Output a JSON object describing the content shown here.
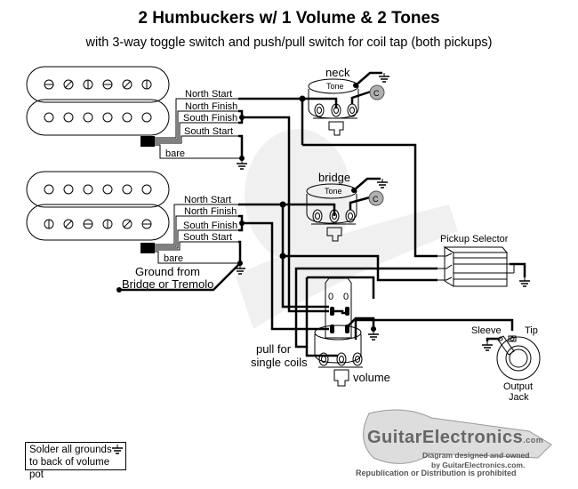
{
  "title": "2 Humbuckers w/ 1 Volume & 2 Tones",
  "subtitle": "with 3-way toggle switch and push/pull switch for coil tap (both pickups)",
  "pickups": [
    {
      "id": "neck",
      "wires": [
        "North Start",
        "North Finish",
        "South Finish",
        "South Start",
        "bare"
      ]
    },
    {
      "id": "bridge",
      "wires": [
        "North Start",
        "North Finish",
        "South Finish",
        "South Start",
        "bare"
      ],
      "ground_label_1": "Ground from",
      "ground_label_2": "Bridge or Tremolo"
    }
  ],
  "tone_pots": [
    {
      "name": "neck",
      "label": "Tone",
      "cap": "C"
    },
    {
      "name": "bridge",
      "label": "Tone",
      "cap": "C"
    }
  ],
  "selector": {
    "label": "Pickup Selector"
  },
  "volume": {
    "label": "volume",
    "pull_label_1": "pull for",
    "pull_label_2": "single coils",
    "switch_marks": [
      "0",
      "0"
    ]
  },
  "jack": {
    "sleeve": "Sleeve",
    "tip": "Tip",
    "label_1": "Output",
    "label_2": "Jack"
  },
  "note": {
    "line1": "Solder all grounds",
    "line2": "to back of volume pot"
  },
  "logo": {
    "brand": "GuitarElectronics",
    "suffix": ".com",
    "line1": "Diagram designed and owned",
    "line2": "by GuitarElectronics.com.",
    "line3": "Republication or Distribution is prohibited"
  },
  "colors": {
    "wire": "#000000",
    "capacitor": "#b0b0b0",
    "watermark": "#888888"
  }
}
